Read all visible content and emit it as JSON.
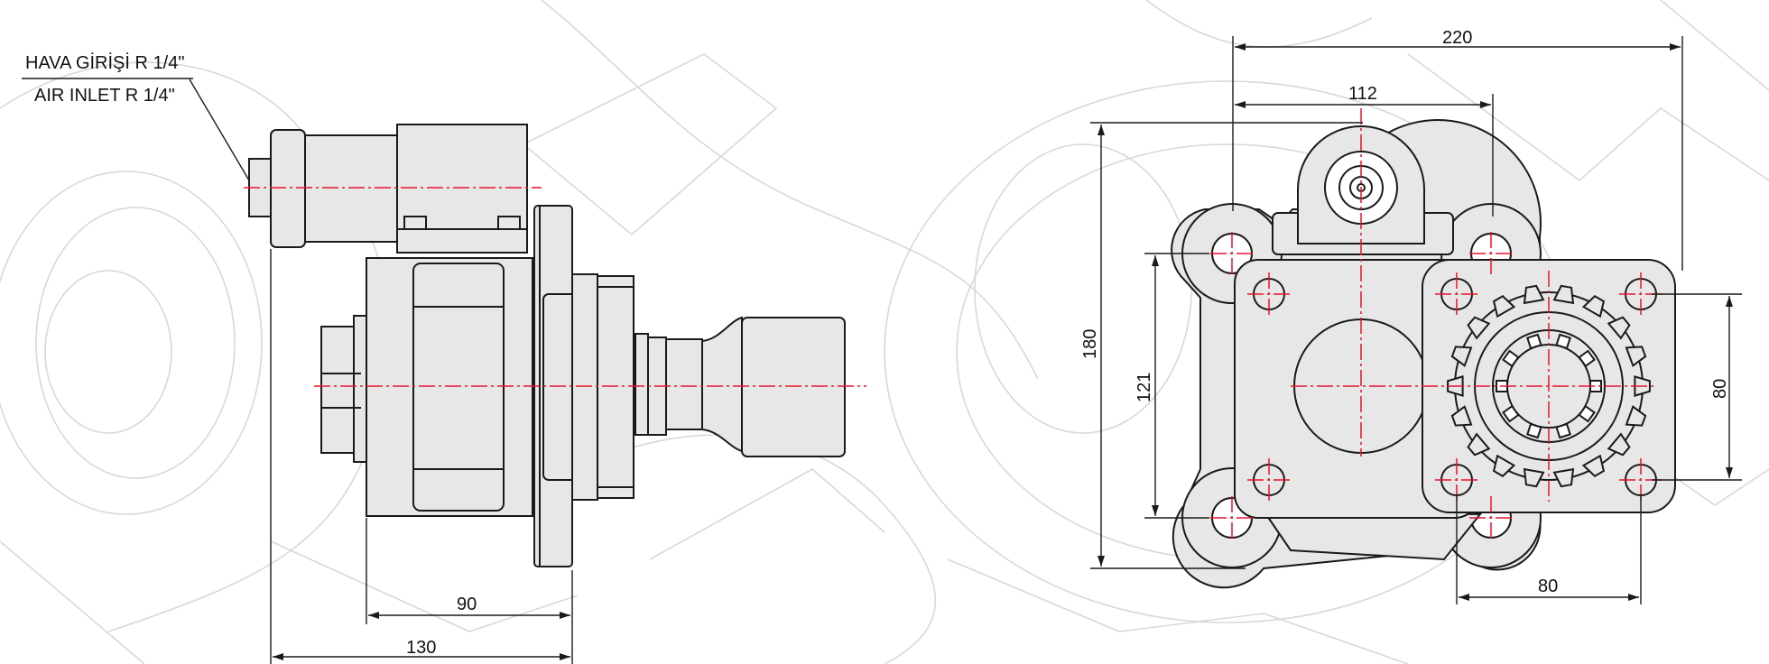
{
  "annotations": {
    "air_inlet_tr": "HAVA GİRİŞİ R 1/4\"",
    "air_inlet_en": "AIR INLET R 1/4\""
  },
  "side_view": {
    "dim_flange_to_end": "90",
    "dim_overall_length": "130"
  },
  "front_view": {
    "dim_overall_width": "220",
    "dim_valve_offset": "112",
    "dim_overall_height": "180",
    "dim_bolt_vertical": "121",
    "dim_flange_height": "80",
    "dim_flange_width": "80"
  },
  "colors": {
    "part_fill": "#e7e7e7",
    "outline": "#1a1a1a",
    "centerline": "#e8132a",
    "background_sketch": "#d8d8d8"
  }
}
